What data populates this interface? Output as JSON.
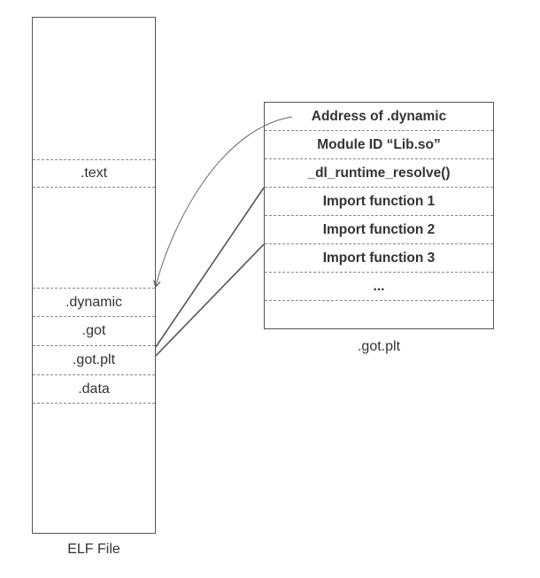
{
  "elf_file": {
    "caption": "ELF File",
    "sections": [
      ".text",
      ".dynamic",
      ".got",
      ".got.plt",
      ".data"
    ]
  },
  "got_plt": {
    "caption": ".got.plt",
    "entries": [
      "Address of .dynamic",
      "Module ID “Lib.so”",
      "_dl_runtime_resolve()",
      "Import function 1",
      "Import function 2",
      "Import function 3",
      "..."
    ]
  },
  "colors": {
    "line": "#555555",
    "dashed": "#888888",
    "text": "#333333"
  }
}
